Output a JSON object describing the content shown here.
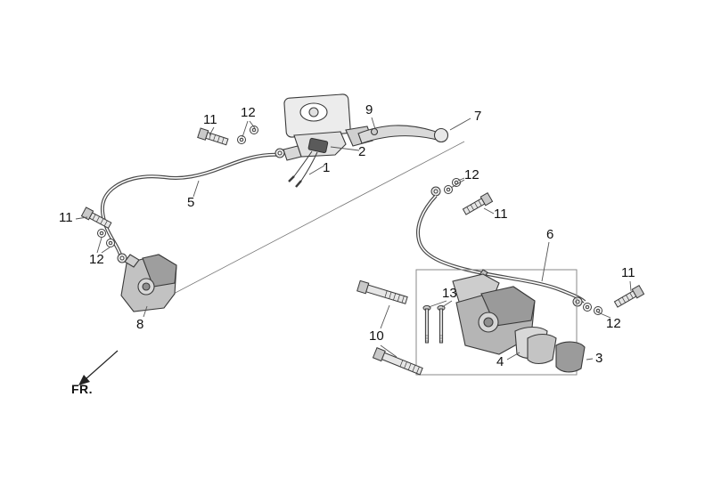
{
  "page": {
    "title": "Brake system exploded parts diagram",
    "background": "#ffffff",
    "line_color": "#3a3a3a"
  },
  "fr_label": "FR.",
  "callouts": [
    {
      "label": "11",
      "part": "banjo bolt - front master cylinder"
    },
    {
      "label": "12",
      "part": "sealing washers - front master cylinder"
    },
    {
      "label": "9",
      "part": "brake lever pivot bolt"
    },
    {
      "label": "7",
      "part": "front master cylinder and lever assembly"
    },
    {
      "label": "2",
      "part": "front stop switch"
    },
    {
      "label": "1",
      "part": "switch wire terminals"
    },
    {
      "label": "5",
      "part": "front brake hose"
    },
    {
      "label": "12",
      "part": "sealing washers - rear hose upper end"
    },
    {
      "label": "11",
      "part": "banjo bolt - rear hose upper end"
    },
    {
      "label": "11",
      "part": "banjo bolt - front caliper end"
    },
    {
      "label": "12",
      "part": "sealing washers - front caliper end"
    },
    {
      "label": "6",
      "part": "rear brake hose"
    },
    {
      "label": "11",
      "part": "banjo bolt - rear caliper end"
    },
    {
      "label": "12",
      "part": "sealing washers - rear caliper end"
    },
    {
      "label": "8",
      "part": "front brake caliper"
    },
    {
      "label": "13",
      "part": "brake pad pins"
    },
    {
      "label": "10",
      "part": "caliper mounting bolts"
    },
    {
      "label": "4",
      "part": "brake pad set"
    },
    {
      "label": "3",
      "part": "brake pad"
    }
  ]
}
